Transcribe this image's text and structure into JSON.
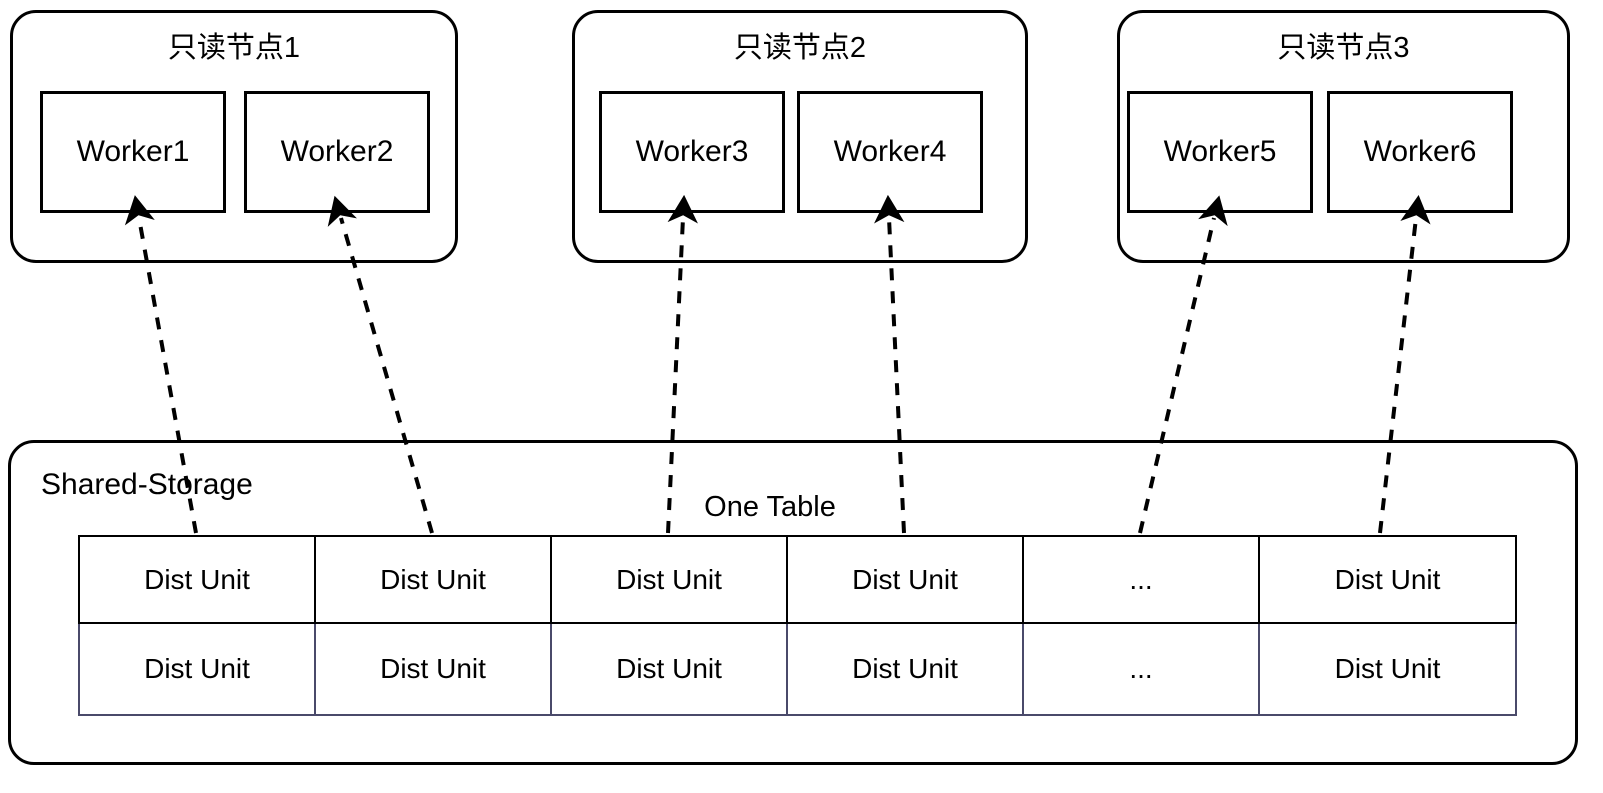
{
  "diagram": {
    "title_text": "",
    "colors": {
      "stroke": "#000000",
      "row_two_border": "#4a4a6a",
      "background": "#ffffff"
    },
    "nodes": [
      {
        "label": "只读节点1",
        "workers": [
          {
            "label": "Worker1"
          },
          {
            "label": "Worker2"
          }
        ]
      },
      {
        "label": "只读节点2",
        "workers": [
          {
            "label": "Worker3"
          },
          {
            "label": "Worker4"
          }
        ]
      },
      {
        "label": "只读节点3",
        "workers": [
          {
            "label": "Worker5"
          },
          {
            "label": "Worker6"
          }
        ]
      }
    ],
    "storage": {
      "label": "Shared-Storage",
      "table_caption": "One Table",
      "table": {
        "rows": [
          [
            "Dist Unit",
            "Dist Unit",
            "Dist Unit",
            "Dist Unit",
            "...",
            "Dist Unit"
          ],
          [
            "Dist Unit",
            "Dist Unit",
            "Dist Unit",
            "Dist Unit",
            "...",
            "Dist Unit"
          ]
        ]
      }
    },
    "connections": [
      {
        "from": "dist-unit-col-1",
        "to": "Worker1"
      },
      {
        "from": "dist-unit-col-2",
        "to": "Worker2"
      },
      {
        "from": "dist-unit-col-3",
        "to": "Worker3"
      },
      {
        "from": "dist-unit-col-4",
        "to": "Worker4"
      },
      {
        "from": "dist-unit-col-5",
        "to": "Worker5"
      },
      {
        "from": "dist-unit-col-6",
        "to": "Worker6"
      }
    ]
  }
}
